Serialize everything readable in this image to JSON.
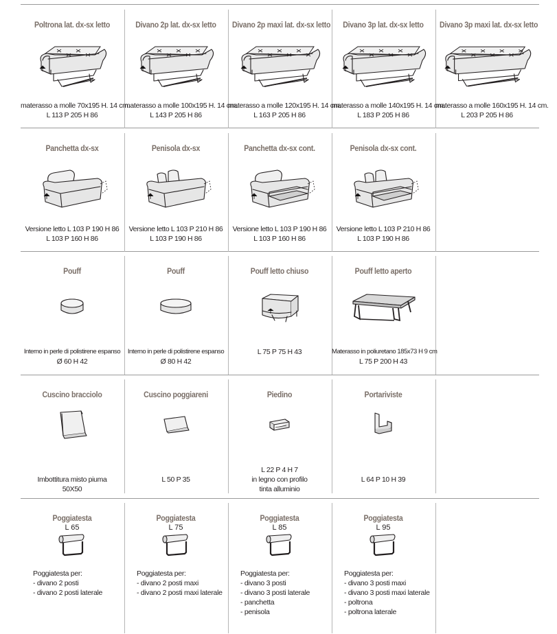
{
  "rows": [
    {
      "id": "sofa-beds",
      "items": [
        {
          "title": "Poltrona lat. dx-sx letto",
          "icon": "armchair-bed-icon",
          "lines": [
            "materasso a molle 70x195 H. 14 cm.",
            "L 113 P 205 H 86"
          ]
        },
        {
          "title": "Divano 2p lat. dx-sx letto",
          "icon": "sofa-2p-bed-icon",
          "lines": [
            "materasso a molle 100x195 H. 14 cm.",
            "L 143 P 205 H 86"
          ]
        },
        {
          "title": "Divano 2p maxi lat. dx-sx letto",
          "icon": "sofa-2p-maxi-bed-icon",
          "lines": [
            "materasso a molle 120x195 H. 14 cm.",
            "L 163 P 205 H 86"
          ]
        },
        {
          "title": "Divano 3p lat. dx-sx letto",
          "icon": "sofa-3p-bed-icon",
          "lines": [
            "materasso a molle 140x195 H. 14 cm.",
            "L 183 P 205 H 86"
          ]
        },
        {
          "title": "Divano 3p maxi lat. dx-sx letto",
          "icon": "sofa-3p-maxi-bed-icon",
          "lines": [
            "materasso a molle 160x195 H. 14 cm.",
            "L 203 P 205 H 86"
          ]
        }
      ]
    },
    {
      "id": "benches",
      "items": [
        {
          "title": "Panchetta dx-sx",
          "icon": "bench-icon",
          "lines": [
            "Versione letto L 103 P 190 H 86",
            "L 103 P 160 H 86"
          ]
        },
        {
          "title": "Penisola dx-sx",
          "icon": "peninsula-icon",
          "lines": [
            "Versione letto L 103 P 210 H 86",
            "L 103 P 190 H 86"
          ]
        },
        {
          "title": "Panchetta dx-sx cont.",
          "icon": "bench-storage-icon",
          "lines": [
            "Versione letto L 103 P 190 H 86",
            "L 103 P 160 H 86"
          ]
        },
        {
          "title": "Penisola dx-sx cont.",
          "icon": "peninsula-storage-icon",
          "lines": [
            "Versione letto L 103 P 210 H 86",
            "L 103 P 190 H 86"
          ]
        }
      ]
    },
    {
      "id": "poufs",
      "items": [
        {
          "title": "Pouff",
          "icon": "pouf-small-icon",
          "lines": [
            "Interno in perle di polistirene  espanso",
            "Ø 60  H 42"
          ]
        },
        {
          "title": "Pouff",
          "icon": "pouf-large-icon",
          "lines": [
            "Interno in perle di polistirene  espanso",
            "Ø 80  H 42"
          ]
        },
        {
          "title": "Pouff letto chiuso",
          "icon": "pouf-bed-closed-icon",
          "lines": [
            "L 75 P 75 H 43"
          ]
        },
        {
          "title": "Pouff letto aperto",
          "icon": "pouf-bed-open-icon",
          "lines": [
            "Materasso in poliuretano 185x73  H 9 cm",
            "L 75 P 200 H 43"
          ]
        }
      ]
    },
    {
      "id": "accessories",
      "items": [
        {
          "title": "Cuscino bracciolo",
          "icon": "armrest-cushion-icon",
          "lines": [
            "Imbottitura misto piuma",
            "50X50"
          ]
        },
        {
          "title": "Cuscino poggiareni",
          "icon": "lumbar-cushion-icon",
          "lines": [
            "L 50 P 35"
          ]
        },
        {
          "title": "Piedino",
          "icon": "foot-icon",
          "lines": [
            "L 22 P 4 H 7",
            "in legno con profilo",
            "tinta alluminio"
          ]
        },
        {
          "title": "Portariviste",
          "icon": "magazine-rack-icon",
          "lines": [
            "L 64 P 10 H 39"
          ]
        }
      ]
    },
    {
      "id": "headrests",
      "items": [
        {
          "title": "Poggiatesta",
          "subtitle": "L 65",
          "icon": "headrest-icon",
          "lines": [
            "Poggiatesta per:",
            "- divano 2 posti",
            "- divano 2 posti laterale"
          ]
        },
        {
          "title": "Poggiatesta",
          "subtitle": "L 75",
          "icon": "headrest-icon",
          "lines": [
            "Poggiatesta per:",
            "- divano 2 posti maxi",
            "- divano 2 posti maxi laterale"
          ]
        },
        {
          "title": "Poggiatesta",
          "subtitle": "L 85",
          "icon": "headrest-icon",
          "lines": [
            "Poggiatesta per:",
            "- divano 3 posti",
            "- divano 3 posti laterale",
            "- panchetta",
            "- penisola"
          ]
        },
        {
          "title": "Poggiatesta",
          "subtitle": "L 95",
          "icon": "headrest-icon",
          "lines": [
            "Poggiatesta per:",
            "- divano 3 posti maxi",
            "- divano 3 posti maxi laterale",
            "- poltrona",
            "- poltrona laterale"
          ]
        }
      ]
    }
  ]
}
